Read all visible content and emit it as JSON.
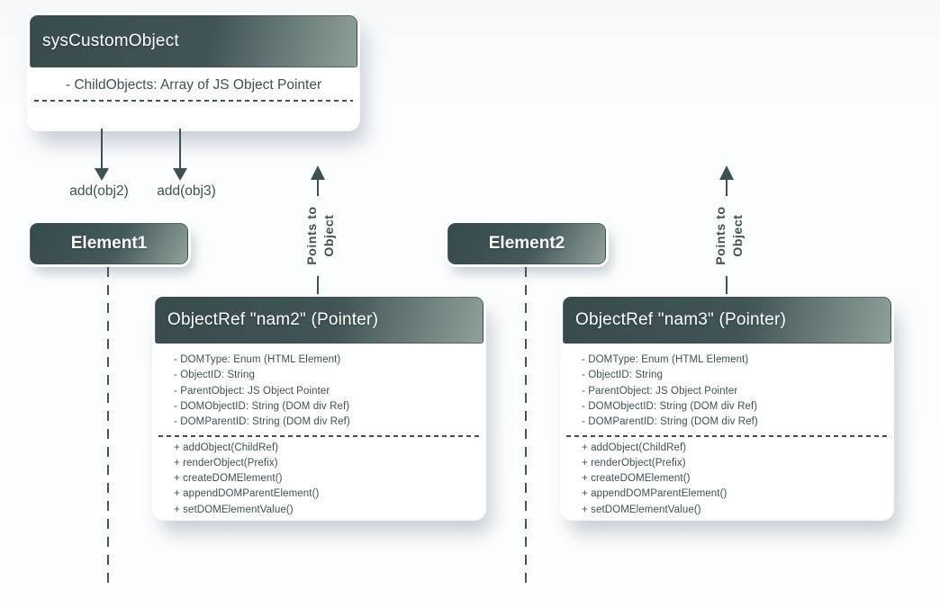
{
  "colors": {
    "slate": "#3E5254",
    "header_gradient_dark": "#384C4E",
    "header_gradient_light": "#8FA09A",
    "background": "#f6f8f9"
  },
  "sys_object": {
    "title": "sysCustomObject",
    "attribute": "- ChildObjects: Array of JS Object Pointer"
  },
  "call_labels": [
    "add(obj2)",
    "add(obj3)"
  ],
  "elements": [
    "Element1",
    "Element2"
  ],
  "pointer_label": {
    "line1": "Points to",
    "line2": "Object"
  },
  "object_refs": [
    {
      "title": "ObjectRef \"nam2\" (Pointer)",
      "attributes": [
        "- DOMType: Enum (HTML Element)",
        "- ObjectID: String",
        "- ParentObject: JS Object Pointer",
        "- DOMObjectID: String (DOM div Ref)",
        "- DOMParentID: String (DOM div Ref)"
      ],
      "methods": [
        "+ addObject(ChildRef)",
        "+ renderObject(Prefix)",
        "+ createDOMElement()",
        "+ appendDOMParentElement()",
        "+ setDOMElementValue()"
      ]
    },
    {
      "title": "ObjectRef \"nam3\" (Pointer)",
      "attributes": [
        "- DOMType: Enum (HTML Element)",
        "- ObjectID: String",
        "- ParentObject: JS Object Pointer",
        "- DOMObjectID: String (DOM div Ref)",
        "- DOMParentID: String (DOM div Ref)"
      ],
      "methods": [
        "+ addObject(ChildRef)",
        "+ renderObject(Prefix)",
        "+ createDOMElement()",
        "+ appendDOMParentElement()",
        "+ setDOMElementValue()"
      ]
    }
  ]
}
